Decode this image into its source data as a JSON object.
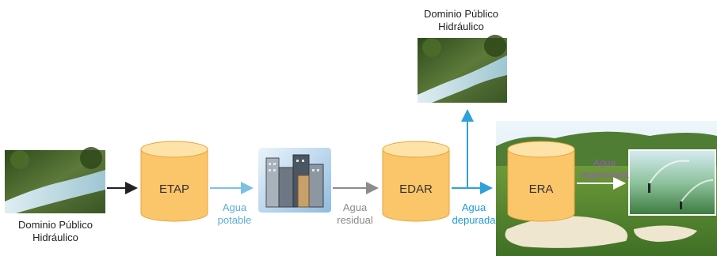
{
  "source_top": {
    "line1": "Dominio Público",
    "line2": "Hidráulico"
  },
  "source_left": {
    "line1": "Dominio Público",
    "line2": "Hidráulico"
  },
  "etap": {
    "label": "ETAP"
  },
  "edar": {
    "label": "EDAR"
  },
  "era": {
    "label": "ERA"
  },
  "flow_potable": {
    "line1": "Agua",
    "line2": "potable",
    "color": "#5aafd6"
  },
  "flow_residual": {
    "line1": "Agua",
    "line2": "residual",
    "color": "#8a8a8a"
  },
  "flow_depurada": {
    "line1": "Agua",
    "line2": "depurada",
    "color": "#1f9ad6"
  },
  "flow_regenerada": {
    "line1": "Agua",
    "line2": "regenerada",
    "color": "#9b59b6"
  },
  "colors": {
    "tank_fill": "#fbc56a",
    "tank_top": "#fde3a7",
    "tank_edge": "#e9a33b",
    "arrow_dark": "#222222",
    "arrow_gray": "#8c8c8c",
    "arrow_blue": "#39a7dc"
  },
  "icons": {
    "river_photo": "river-photo",
    "city_photo": "city-buildings-icon",
    "golf_photo": "golf-course-photo",
    "sprinkler_photo": "sprinkler-photo"
  }
}
